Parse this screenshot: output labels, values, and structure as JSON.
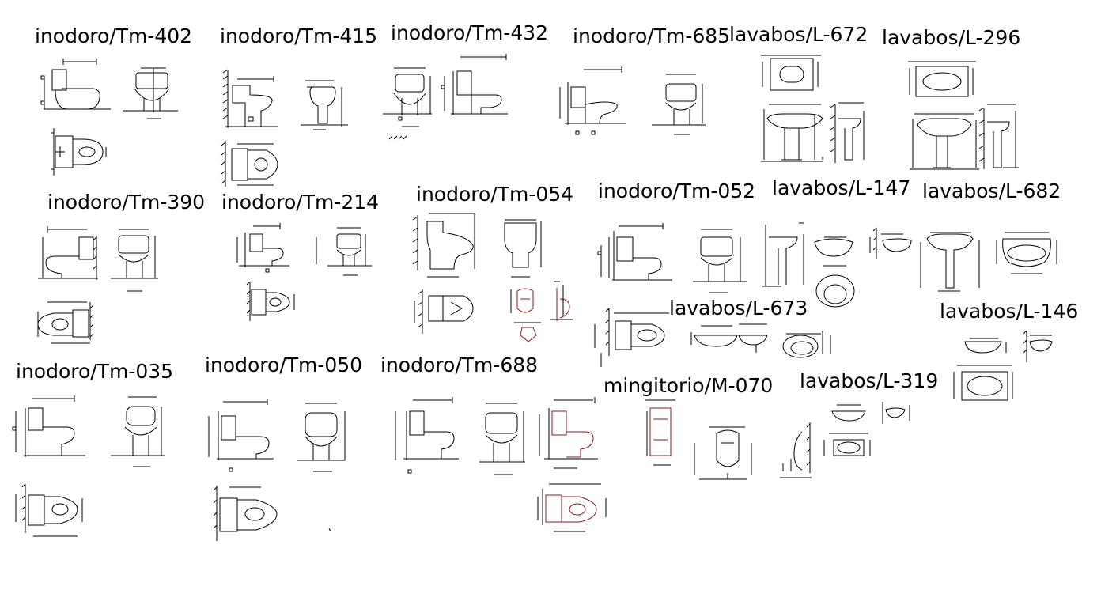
{
  "labels": {
    "tm402": "inodoro/Tm-402",
    "tm415": "inodoro/Tm-415",
    "tm432": "inodoro/Tm-432",
    "tm685": "inodoro/Tm-685",
    "l672": "lavabos/L-672",
    "l296": "lavabos/L-296",
    "tm390": "inodoro/Tm-390",
    "tm214": "inodoro/Tm-214",
    "tm054": "inodoro/Tm-054",
    "tm052": "inodoro/Tm-052",
    "l147": "lavabos/L-147",
    "l682": "lavabos/L-682",
    "l673": "lavabos/L-673",
    "l146": "lavabos/L-146",
    "tm035": "inodoro/Tm-035",
    "tm050": "inodoro/Tm-050",
    "tm688": "inodoro/Tm-688",
    "m070": "mingitorio/M-070",
    "l319": "lavabos/L-319"
  },
  "colors": {
    "line": "#000000",
    "accent": "#8b1a1a",
    "background": "#ffffff"
  }
}
